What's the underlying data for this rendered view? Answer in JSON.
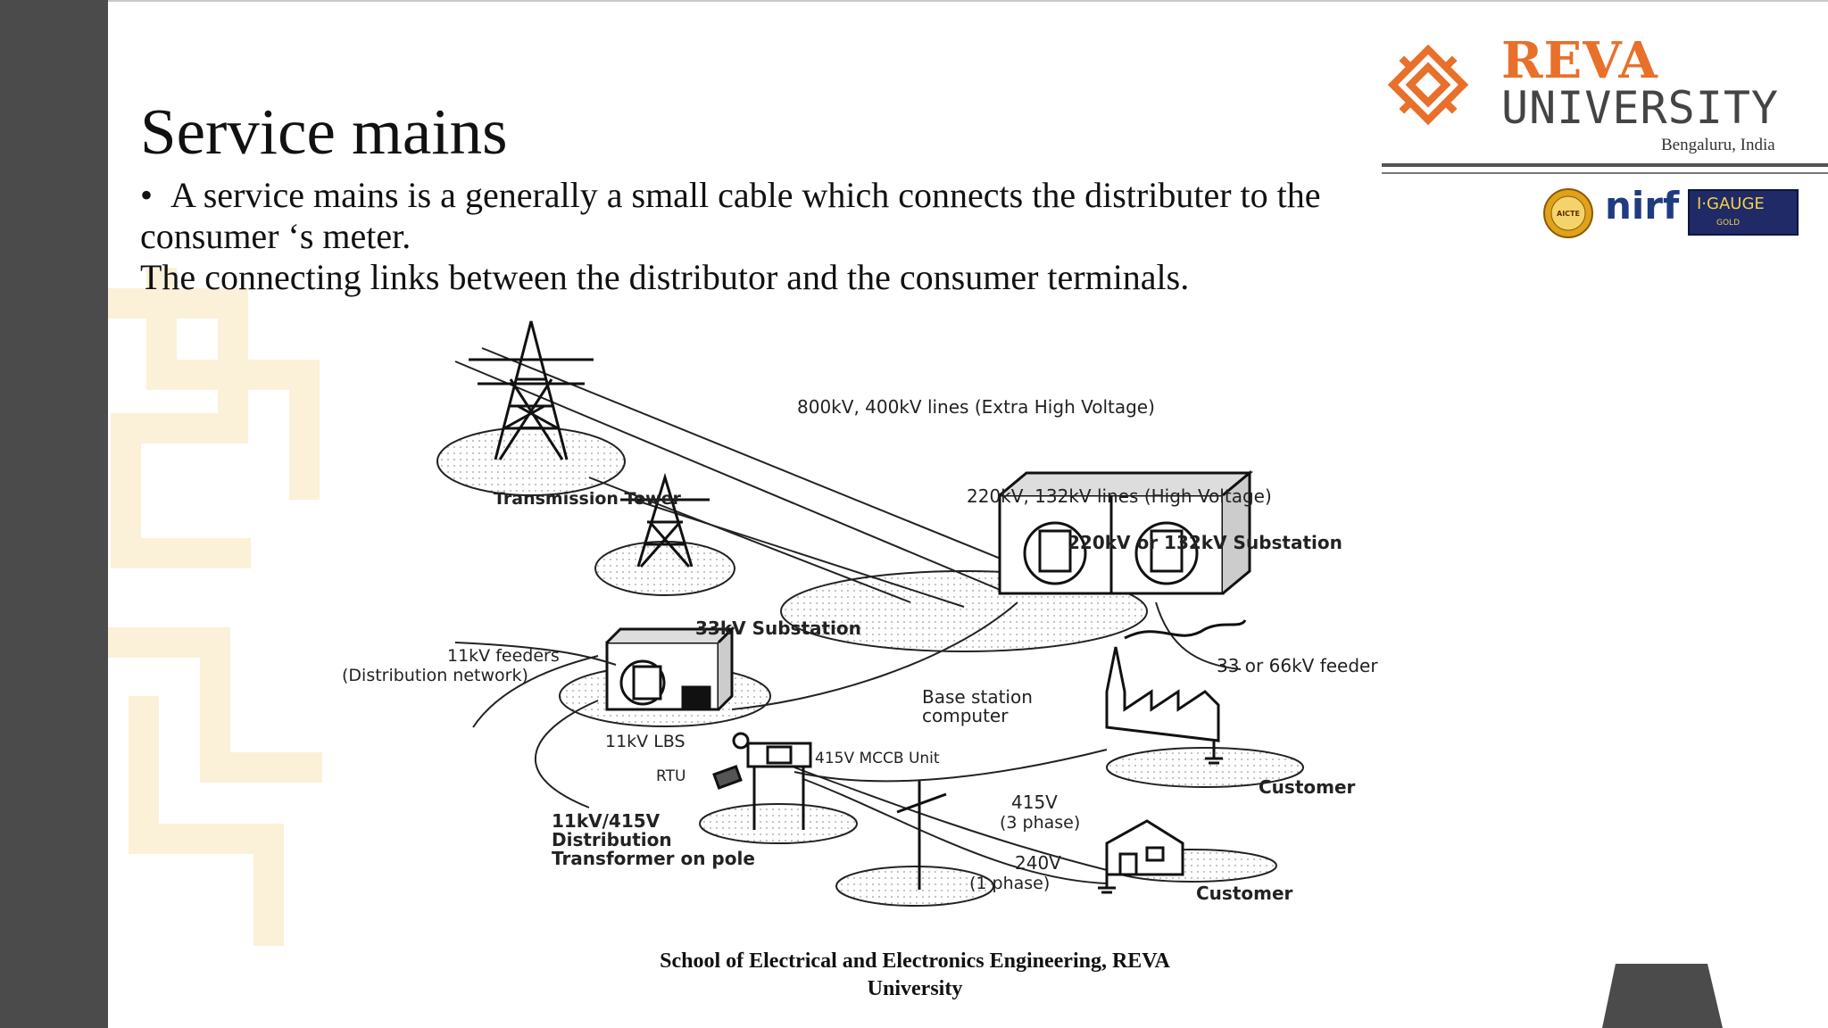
{
  "slide": {
    "title": "Service mains",
    "bullet": "A service mains is a generally a small cable which connects the distributer to the consumer ‘s meter.",
    "line2": "The connecting links between the distributor and the consumer terminals.",
    "footer_line1": "School of Electrical and Electronics Engineering, REVA",
    "footer_line2": "University"
  },
  "logo": {
    "name_top": "REVA",
    "name_bottom": "UNIVERSITY",
    "location": "Bengaluru, India",
    "brand_color": "#e8702a",
    "icon": "endless-knot-icon"
  },
  "badges": {
    "aicte": "AICTE",
    "nirf": "nirf",
    "qs": "I·GAUGE",
    "qs_sub": "GOLD"
  },
  "diagram": {
    "label_800kv": "800kV, 400kV lines (Extra High Voltage)",
    "label_tower": "Transmission Tower",
    "label_220kv": "220kV, 132kV lines (High Voltage)",
    "label_sub220": "220kV or 132kV Substation",
    "label_sub33": "33kV Substation",
    "label_feeders1": "11kV feeders",
    "label_feeders2": "(Distribution network)",
    "label_66kv": "33 or 66kV feeder",
    "label_base1": "Base station",
    "label_base2": "computer",
    "label_lbs": "11kV LBS",
    "label_mccb": "415V MCCB Unit",
    "label_rtu": "RTU",
    "label_customer1": "Customer",
    "label_415v": "415V",
    "label_3phase": "(3 phase)",
    "label_trans1": "11kV/415V",
    "label_trans2": "Distribution",
    "label_trans3": "Transformer on pole",
    "label_240v": "240V",
    "label_1phase": "(1 phase)",
    "label_customer2": "Customer"
  }
}
